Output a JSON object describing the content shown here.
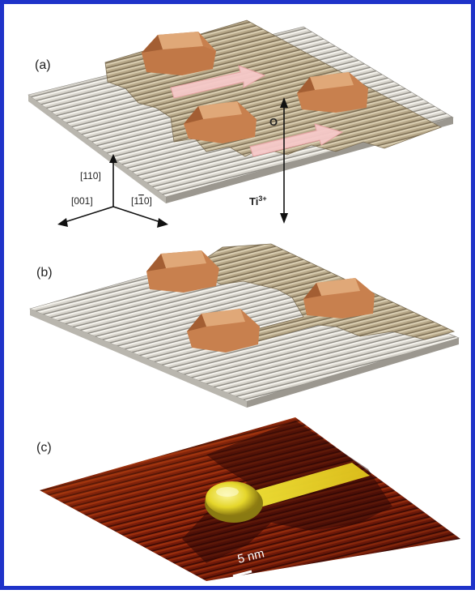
{
  "panels": {
    "a": {
      "label": "(a)"
    },
    "b": {
      "label": "(b)"
    },
    "c": {
      "label": "(c)",
      "scale_bar": "5 nm"
    }
  },
  "axes": {
    "up": "[110]",
    "left": "[001]",
    "right_prefix": "[1",
    "right_bar": "1",
    "right_suffix": "0]"
  },
  "transport": {
    "up_label": "O",
    "down_label_base": "Ti",
    "down_label_sup": "3+"
  },
  "colors": {
    "frame": "#1f33c9",
    "substrate": "#c9c6bd",
    "island": "#b3a485",
    "cluster": "#c8804e",
    "arrow": "#f3c2c2",
    "stm_dark": "#3c0d06",
    "stm_bright": "#f0e42c"
  }
}
